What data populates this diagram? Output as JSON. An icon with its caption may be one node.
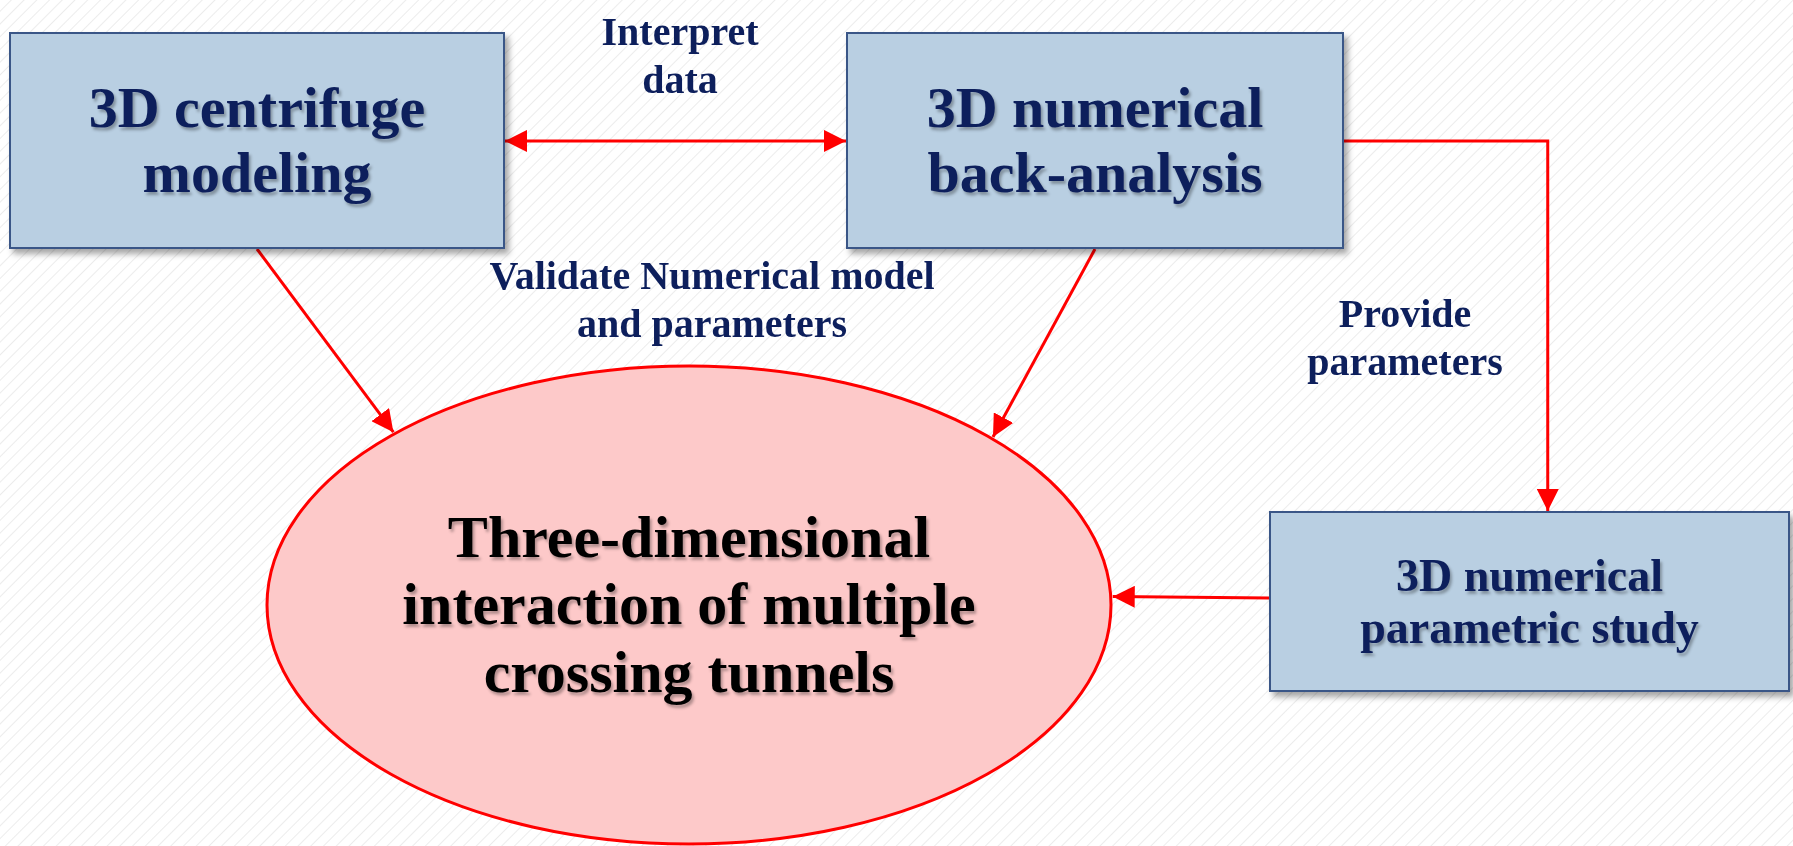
{
  "diagram": {
    "nodes": [
      {
        "text": [
          "3D centrifuge modeling"
        ]
      },
      {
        "text": [
          "3D numerical back-analysis"
        ]
      },
      {
        "text": [
          "Three-dimensional interaction of multiple crossing tunnels"
        ]
      },
      {
        "text": [
          "3D numerical parametric study"
        ]
      }
    ],
    "edges": [
      {
        "from": 0,
        "to": 1,
        "arrow": "both",
        "label": "Interpret data"
      },
      {
        "from": 0,
        "to": 2,
        "arrow": "to"
      },
      {
        "from": 1,
        "to": 2,
        "arrow": "to"
      },
      {
        "from": 1,
        "to": 3,
        "arrow": "to",
        "label": "Provide parameters"
      },
      {
        "from": 3,
        "to": 2,
        "arrow": "to"
      }
    ],
    "labels": [
      "Validate Numerical model and parameters"
    ]
  }
}
